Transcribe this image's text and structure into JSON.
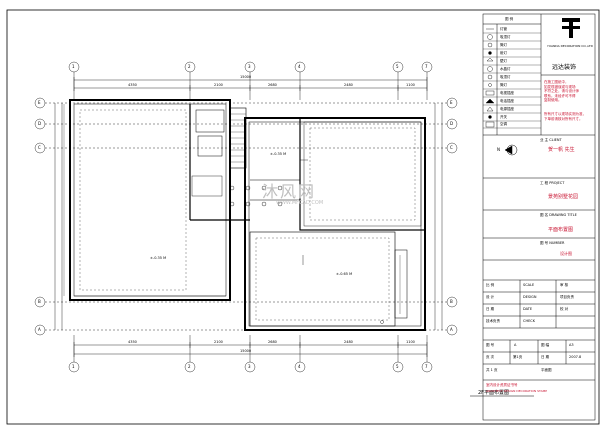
{
  "drawing": {
    "title_bottom": "2F平面布置图",
    "grid_top": [
      "1",
      "2",
      "3",
      "4",
      "5",
      "7"
    ],
    "grid_side": [
      "E",
      "D",
      "C",
      "B",
      "A"
    ],
    "overall_dim_top": "15000",
    "overall_dim_bottom": "15000",
    "dims_top": [
      "4350",
      "2100",
      "2680",
      "2480",
      "1100"
    ],
    "dims_bottom": [
      "4350",
      "2100",
      "2680",
      "2480",
      "1100"
    ],
    "room_labels": [
      {
        "text": "±-0.35 M",
        "key": "r1"
      },
      {
        "text": "±-0.35 M",
        "key": "r2"
      },
      {
        "text": "±-0.65 M",
        "key": "r3"
      }
    ],
    "watermark": "沐风网",
    "watermark_sub": "WWW.MFCAD.COM",
    "north": "N"
  },
  "legend": {
    "header": "图 例",
    "rows": [
      "灯管",
      "吸顶灯",
      "筒灯",
      "射灯",
      "壁灯",
      "水晶灯",
      "吸顶灯",
      "筒灯",
      "电视插座",
      "电话插座",
      "电源插座",
      "开关",
      "空调"
    ]
  },
  "title_block": {
    "company_cn": "远达装饰",
    "company_en": "YUANDA DECORATION CO.,LTD",
    "notes": [
      "在施工图纸中，",
      "如发现错误或与现场",
      "不符之处，请与设计师",
      "联系。未经许可不得",
      "复制使用。"
    ],
    "notes2": [
      "所有尺寸以现场实测为准，",
      "下单前请核对所有尺寸。"
    ],
    "client_label": "业 主 CLIENT",
    "client": "贺一帆 先生",
    "project_label": "工 程 PROJECT",
    "project": "景苑别墅花园",
    "drawing_label": "图 名 DRAWING TITLE",
    "drawing_title": "平面布置图",
    "number_label": "图 号 NUMBER",
    "number": "设计图",
    "rows": [
      {
        "a": "比 例",
        "b": "SCALE",
        "c": "审 核"
      },
      {
        "a": "设 计",
        "b": "DESIGN",
        "c": "项目负责"
      },
      {
        "a": "日 期",
        "b": "DATE",
        "c": "校 对"
      },
      {
        "a": "技术负责",
        "b": "CHECK",
        "c": ""
      }
    ],
    "bottom_cells": [
      "图 号",
      "A",
      "图 幅",
      "A3",
      "页 次",
      "第1页",
      "日 期",
      "2007.8",
      "共 1 页",
      "平面图"
    ],
    "footer_cn": "室内设计资质证书号",
    "footer_en": "ARCHITECT DESIGN DECORATION STAMP"
  }
}
